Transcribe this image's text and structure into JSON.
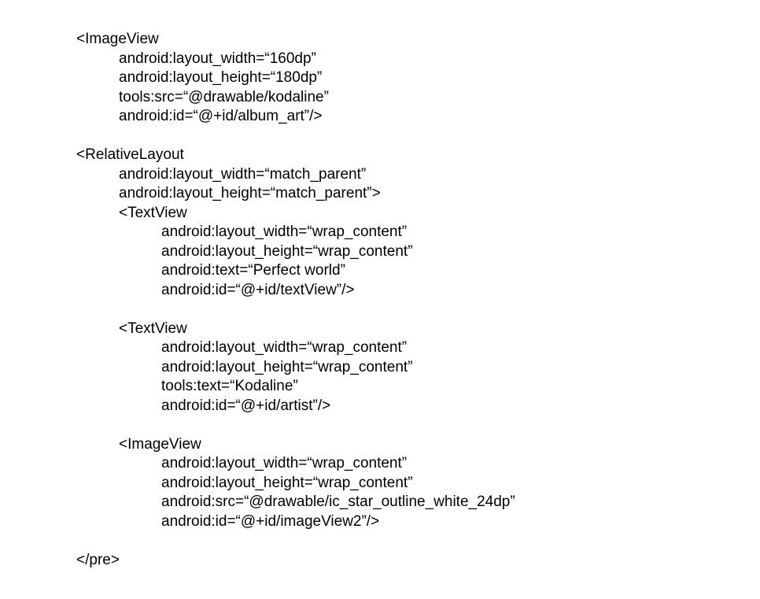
{
  "document": {
    "lines": [
      {
        "text": "<ImageView",
        "indent": 0
      },
      {
        "text": "android:layout_width=“160dp”",
        "indent": 1
      },
      {
        "text": "android:layout_height=“180dp”",
        "indent": 1
      },
      {
        "text": "tools:src=“@drawable/kodaline”",
        "indent": 1
      },
      {
        "text": "android:id=“@+id/album_art”/>",
        "indent": 1
      },
      {
        "text": "",
        "indent": 0
      },
      {
        "text": "<RelativeLayout",
        "indent": 0
      },
      {
        "text": "android:layout_width=“match_parent”",
        "indent": 1
      },
      {
        "text": "android:layout_height=“match_parent”>",
        "indent": 1
      },
      {
        "text": "<TextView",
        "indent": 1
      },
      {
        "text": "android:layout_width=“wrap_content”",
        "indent": 2
      },
      {
        "text": "android:layout_height=“wrap_content”",
        "indent": 2
      },
      {
        "text": "android:text=“Perfect world”",
        "indent": 2
      },
      {
        "text": "android:id=“@+id/textView”/>",
        "indent": 2
      },
      {
        "text": "",
        "indent": 0
      },
      {
        "text": "<TextView",
        "indent": 1
      },
      {
        "text": "android:layout_width=“wrap_content”",
        "indent": 2
      },
      {
        "text": "android:layout_height=“wrap_content”",
        "indent": 2
      },
      {
        "text": "tools:text=“Kodaline”",
        "indent": 2
      },
      {
        "text": "android:id=“@+id/artist”/>",
        "indent": 2
      },
      {
        "text": "",
        "indent": 0
      },
      {
        "text": "<ImageView",
        "indent": 1
      },
      {
        "text": "android:layout_width=“wrap_content”",
        "indent": 2
      },
      {
        "text": "android:layout_height=“wrap_content”",
        "indent": 2
      },
      {
        "text": "android:src=“@drawable/ic_star_outline_white_24dp”",
        "indent": 2
      },
      {
        "text": "android:id=“@+id/imageView2”/>",
        "indent": 2
      },
      {
        "text": "",
        "indent": 0
      },
      {
        "text": "</pre>",
        "indent": 0
      }
    ]
  }
}
